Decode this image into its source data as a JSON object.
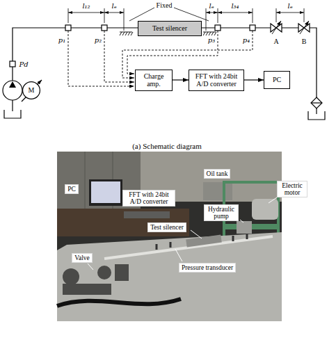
{
  "diagram": {
    "caption": "(a) Schematic diagram",
    "nodes": [
      {
        "text": [
          "Test silencer"
        ]
      },
      {
        "text": [
          "M"
        ]
      },
      {
        "text": [
          "Charge amp."
        ]
      },
      {
        "text": [
          "FFT with 24bit A/D converter"
        ]
      },
      {
        "text": [
          "PC"
        ]
      },
      {
        "text": [
          "Oil tank"
        ]
      },
      {
        "text": [
          "Electric motor"
        ]
      },
      {
        "text": [
          "PC"
        ]
      },
      {
        "text": [
          "FFT with 24bit A/D converter"
        ]
      },
      {
        "text": [
          "Hydraulic pump"
        ]
      },
      {
        "text": [
          "Test silencer"
        ]
      },
      {
        "text": [
          "Valve"
        ]
      },
      {
        "text": [
          "Pressure transducer"
        ]
      }
    ],
    "edges": [
      {
        "from": 2,
        "to": 3,
        "arrow": "to"
      },
      {
        "from": 3,
        "to": 4,
        "arrow": "to"
      }
    ],
    "labels": [
      "Fixed",
      "l₁₂",
      "lₑ",
      "lₑ",
      "l₃₄",
      "lₑ",
      "Pd",
      "p₁",
      "p₂",
      "p₃",
      "p₄",
      "A",
      "B"
    ]
  }
}
